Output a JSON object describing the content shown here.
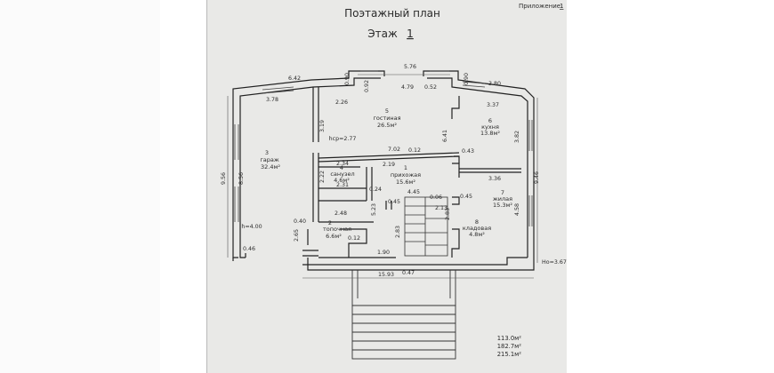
{
  "header": {
    "title": "Поэтажный план",
    "floor_label": "Этаж",
    "floor_number": "1",
    "appendix_label": "Приложение",
    "appendix_number": "1"
  },
  "rooms": [
    {
      "no": "1",
      "name": "прихожая",
      "area": "15.6м²"
    },
    {
      "no": "2",
      "name": "топочная",
      "area": "6.6м²"
    },
    {
      "no": "3",
      "name": "гараж",
      "area": "32.4м²"
    },
    {
      "no": "4",
      "name": "санузел",
      "area": "4.6м²"
    },
    {
      "no": "5",
      "name": "гостиная",
      "area": "26.5м²"
    },
    {
      "no": "6",
      "name": "кухня",
      "area": "13.8м²"
    },
    {
      "no": "7",
      "name": "жилая",
      "area": "15.3м²"
    },
    {
      "no": "8",
      "name": "кладовая",
      "area": "4.8м²"
    }
  ],
  "dimensions": [
    "5.76",
    "6.42",
    "0.90",
    "0.92",
    "4.79",
    "0.52",
    "0.90",
    "3.80",
    "3.78",
    "2.26",
    "3.37",
    "3.19",
    "6.41",
    "3.82",
    "hср=2.77",
    "7.02",
    "0.12",
    "0.43",
    "2.34",
    "2.19",
    "9.56",
    "8.56",
    "2.22",
    "2.31",
    "0.24",
    "3.36",
    "9.46",
    "4.45",
    "0.06",
    "2.13",
    "4.58",
    "0.45",
    "2.83",
    "0.45",
    "2.48",
    "5.23",
    "0.40",
    "2.65",
    "0.12",
    "2.83",
    "h=4.00",
    "0.46",
    "1.90",
    "Hо=3.67",
    "15.93",
    "0.47"
  ],
  "totals": [
    "113.0м²",
    "182.7м²",
    "215.1м²"
  ]
}
